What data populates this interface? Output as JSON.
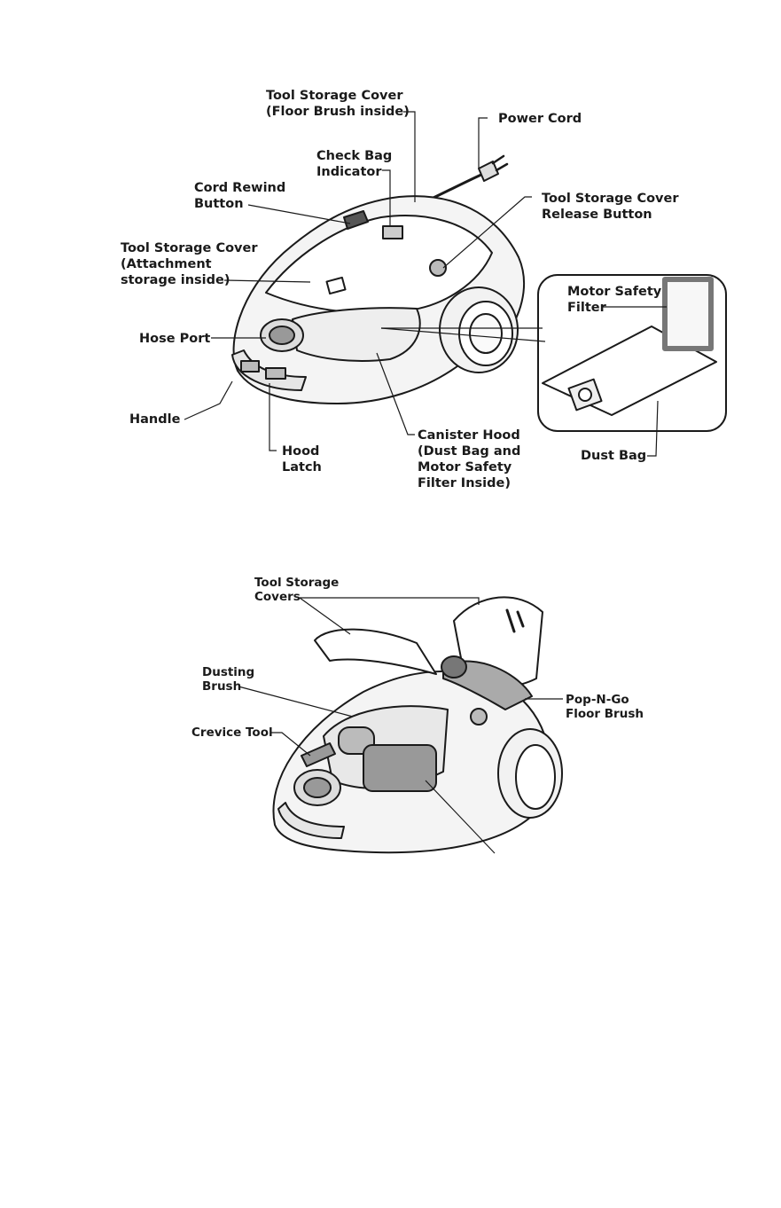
{
  "figure1": {
    "labels": {
      "tool_storage_cover_floor": [
        "Tool Storage Cover",
        "(Floor Brush inside)"
      ],
      "power_cord": [
        "Power Cord"
      ],
      "check_bag_indicator": [
        "Check Bag",
        "Indicator"
      ],
      "cord_rewind_button": [
        "Cord Rewind",
        "Button"
      ],
      "tool_storage_cover_release": [
        "Tool Storage Cover",
        "Release Button"
      ],
      "tool_storage_cover_attachment": [
        "Tool Storage Cover",
        "(Attachment",
        "storage inside)"
      ],
      "motor_safety_filter": [
        "Motor Safety",
        "Filter"
      ],
      "hose_port": [
        "Hose Port"
      ],
      "handle": [
        "Handle"
      ],
      "hood_latch": [
        "Hood",
        "Latch"
      ],
      "canister_hood": [
        "Canister Hood",
        "(Dust Bag and",
        "Motor Safety",
        "Filter Inside)"
      ],
      "dust_bag": [
        "Dust Bag"
      ]
    }
  },
  "figure2": {
    "labels": {
      "tool_storage_covers": [
        "Tool Storage",
        "Covers"
      ],
      "dusting_brush": [
        "Dusting",
        "Brush"
      ],
      "pop_n_go": [
        "Pop-N-Go",
        "Floor Brush"
      ],
      "crevice_tool": [
        "Crevice Tool"
      ]
    }
  }
}
